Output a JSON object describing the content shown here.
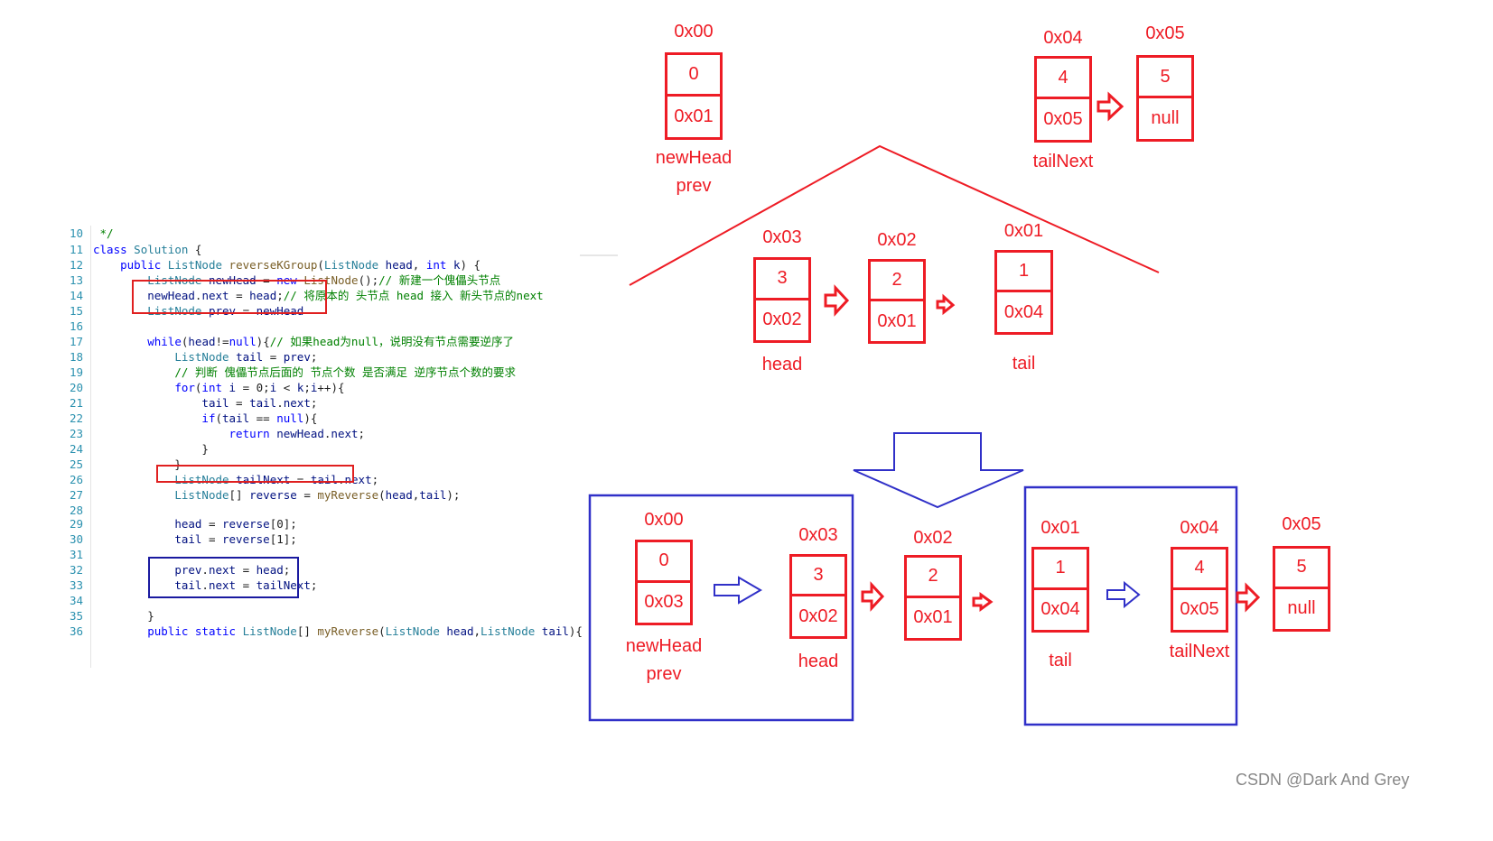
{
  "code": {
    "lines": [
      {
        "n": "10",
        "html": "<span class='tok-cm'> */</span>"
      },
      {
        "n": "11",
        "html": "<span class='tok-kw'>class</span> <span class='tok-type'>Solution</span> {"
      },
      {
        "n": "12",
        "html": "    <span class='tok-kw'>public</span> <span class='tok-type'>ListNode</span> <span class='tok-fn'>reverseKGroup</span>(<span class='tok-type'>ListNode</span> <span class='tok-var'>head</span>, <span class='tok-kw'>int</span> <span class='tok-var'>k</span>) {"
      },
      {
        "n": "13",
        "html": "        <span class='tok-type'>ListNode</span> <span class='tok-var'>newHead</span> = <span class='tok-kw'>new</span> <span class='tok-fn'>ListNode</span>();<span class='tok-cm'>// 新建一个傀儡头节点</span>"
      },
      {
        "n": "14",
        "html": "        <span class='tok-var'>newHead</span>.<span class='tok-var'>next</span> = <span class='tok-var'>head</span>;<span class='tok-cm'>// 将原本的 头节点 head 接入 新头节点的next</span>"
      },
      {
        "n": "15",
        "html": "        <span class='tok-type'>ListNode</span> <span class='tok-var'>prev</span> = <span class='tok-var'>newHead</span>"
      },
      {
        "n": "16",
        "html": ""
      },
      {
        "n": "17",
        "html": "        <span class='tok-kw'>while</span>(<span class='tok-var'>head</span>!=<span class='tok-kw'>null</span>){<span class='tok-cm'>// 如果head为null，说明没有节点需要逆序了</span>"
      },
      {
        "n": "18",
        "html": "            <span class='tok-type'>ListNode</span> <span class='tok-var'>tail</span> = <span class='tok-var'>prev</span>;"
      },
      {
        "n": "19",
        "html": "            <span class='tok-cm'>// 判断 傀儡节点后面的 节点个数 是否满足 逆序节点个数的要求</span>"
      },
      {
        "n": "20",
        "html": "            <span class='tok-kw'>for</span>(<span class='tok-kw'>int</span> <span class='tok-var'>i</span> = 0;<span class='tok-var'>i</span> &lt; <span class='tok-var'>k</span>;<span class='tok-var'>i</span>++){"
      },
      {
        "n": "21",
        "html": "                <span class='tok-var'>tail</span> = <span class='tok-var'>tail</span>.<span class='tok-var'>next</span>;"
      },
      {
        "n": "22",
        "html": "                <span class='tok-kw'>if</span>(<span class='tok-var'>tail</span> == <span class='tok-kw'>null</span>){"
      },
      {
        "n": "23",
        "html": "                    <span class='tok-kw'>return</span> <span class='tok-var'>newHead</span>.<span class='tok-var'>next</span>;"
      },
      {
        "n": "24",
        "html": "                }"
      },
      {
        "n": "25",
        "html": "            }"
      },
      {
        "n": "26",
        "html": "            <span class='tok-type'>ListNode</span> <span class='tok-var'>tailNext</span> = <span class='tok-var'>tail</span>.<span class='tok-var'>next</span>;"
      },
      {
        "n": "27",
        "html": "            <span class='tok-type'>ListNode</span>[] <span class='tok-var'>reverse</span> = <span class='tok-fn'>myReverse</span>(<span class='tok-var'>head</span>,<span class='tok-var'>tail</span>);"
      },
      {
        "n": "28",
        "html": ""
      },
      {
        "n": "29",
        "html": "            <span class='tok-var'>head</span> = <span class='tok-var'>reverse</span>[0];"
      },
      {
        "n": "30",
        "html": "            <span class='tok-var'>tail</span> = <span class='tok-var'>reverse</span>[1];"
      },
      {
        "n": "31",
        "html": ""
      },
      {
        "n": "32",
        "html": "            <span class='tok-var'>prev</span>.<span class='tok-var'>next</span> = <span class='tok-var'>head</span>;"
      },
      {
        "n": "33",
        "html": "            <span class='tok-var'>tail</span>.<span class='tok-var'>next</span> = <span class='tok-var'>tailNext</span>;"
      },
      {
        "n": "34",
        "html": ""
      },
      {
        "n": "35",
        "html": "        }"
      },
      {
        "n": "36",
        "html": "        <span class='tok-kw'>public</span> <span class='tok-kw'>static</span> <span class='tok-type'>ListNode</span>[] <span class='tok-fn'>myReverse</span>(<span class='tok-type'>ListNode</span> <span class='tok-var'>head</span>,<span class='tok-type'>ListNode</span> <span class='tok-var'>tail</span>){"
      }
    ]
  },
  "nodes": [
    {
      "id": "n00-top",
      "val": "0",
      "next": "0x01",
      "addr": "0x00",
      "labels": [
        "newHead",
        "prev"
      ]
    },
    {
      "id": "n04-top",
      "val": "4",
      "next": "0x05",
      "addr": "0x04",
      "labels": [
        "tailNext"
      ]
    },
    {
      "id": "n05-top",
      "val": "5",
      "next": "null",
      "addr": "0x05",
      "labels": []
    },
    {
      "id": "n03-mid",
      "val": "3",
      "next": "0x02",
      "addr": "0x03",
      "labels": [
        "head"
      ]
    },
    {
      "id": "n02-mid",
      "val": "2",
      "next": "0x01",
      "addr": "0x02",
      "labels": []
    },
    {
      "id": "n01-mid",
      "val": "1",
      "next": "0x04",
      "addr": "0x01",
      "labels": [
        "tail"
      ]
    },
    {
      "id": "n00-bot",
      "val": "0",
      "next": "0x03",
      "addr": "0x00",
      "labels": [
        "newHead",
        "prev"
      ]
    },
    {
      "id": "n03-bot",
      "val": "3",
      "next": "0x02",
      "addr": "0x03",
      "labels": [
        "head"
      ]
    },
    {
      "id": "n02-bot",
      "val": "2",
      "next": "0x01",
      "addr": "0x02",
      "labels": []
    },
    {
      "id": "n01-bot",
      "val": "1",
      "next": "0x04",
      "addr": "0x01",
      "labels": [
        "tail"
      ]
    },
    {
      "id": "n04-bot",
      "val": "4",
      "next": "0x05",
      "addr": "0x04",
      "labels": [
        "tailNext"
      ]
    },
    {
      "id": "n05-bot",
      "val": "5",
      "next": "null",
      "addr": "0x05",
      "labels": []
    }
  ],
  "colors": {
    "node_red": "#ee1c25",
    "group_blue": "#3030c8",
    "code_highlight_red": "#e02020",
    "code_highlight_blue": "#1a1aa0"
  },
  "watermark": "CSDN @Dark And Grey"
}
